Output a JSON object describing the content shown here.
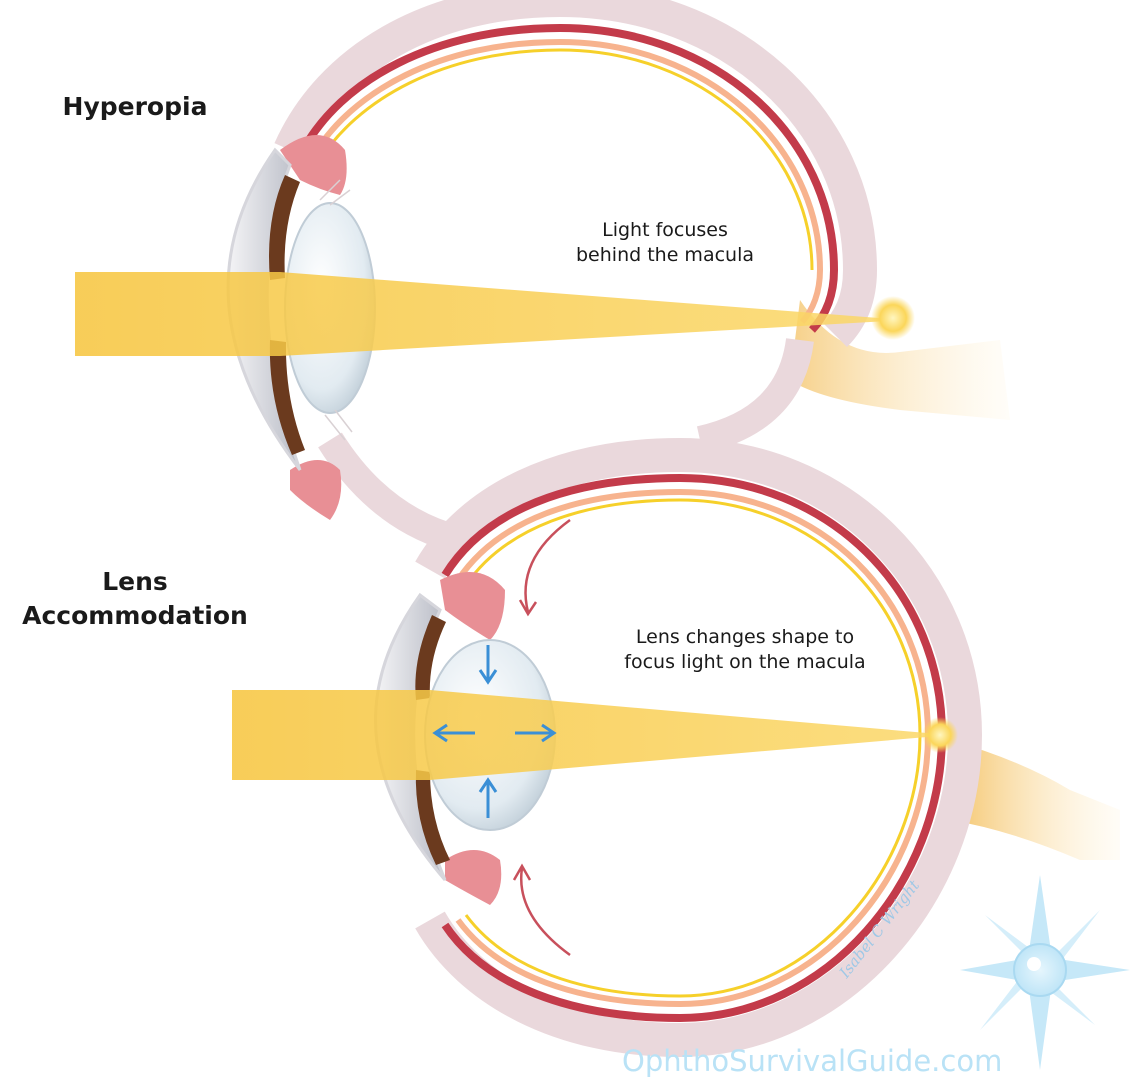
{
  "figure": {
    "top_panel": {
      "title": "Hyperopia",
      "caption_lines": [
        "Light focuses",
        "behind the macula"
      ]
    },
    "bottom_panel": {
      "title_lines": [
        "Lens",
        "Accommodation"
      ],
      "caption_lines": [
        "Lens changes shape to",
        "focus light on the macula"
      ]
    },
    "signature": "Isabel C Wright",
    "watermark": "OphthoSurvivalGuide.com"
  },
  "colors": {
    "light_beam": "#f7c53a",
    "sclera": "#ecdcdf",
    "choroid": "#c33b4a",
    "retina": "#f2a090",
    "lens": "#dfeaf1",
    "iris": "#6b3a1e",
    "accommodation_arrows": "#3a8fd6",
    "ciliary_arrows": "#c8505c",
    "watermark": "#b9e2f6"
  }
}
